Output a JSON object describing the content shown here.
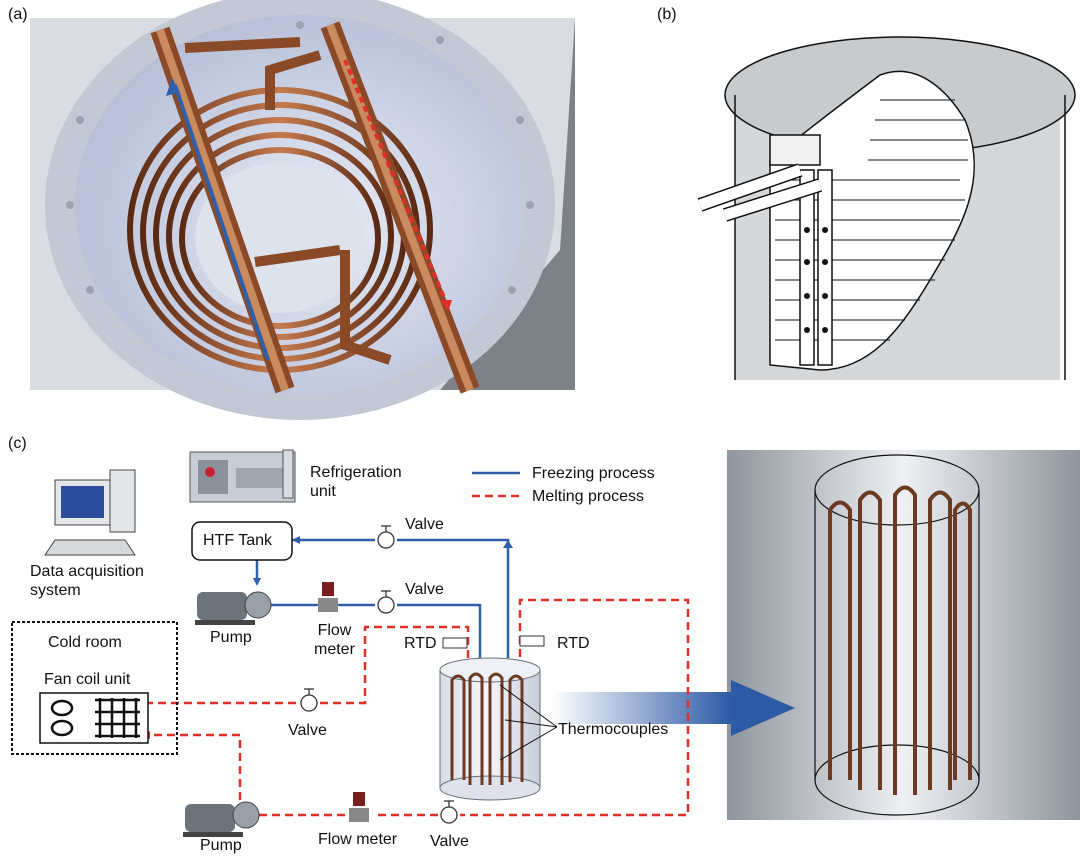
{
  "panels": {
    "a": "(a)",
    "b": "(b)",
    "c": "(c)"
  },
  "legend": {
    "freezing": "Freezing process",
    "melting": "Melting process",
    "freezing_color": "#2e5fa8",
    "melting_color": "#e0302a"
  },
  "labels": {
    "refrigeration_unit": "Refrigeration\nunit",
    "htf_tank": "HTF Tank",
    "data_acquisition": "Data acquisition\nsystem",
    "pump_top": "Pump",
    "flow_meter_top": "Flow\nmeter",
    "valve_top": "Valve",
    "valve_mid": "Valve",
    "valve_left": "Valve",
    "valve_bottom": "Valve",
    "rtd_left": "RTD",
    "rtd_right": "RTD",
    "cold_room": "Cold room",
    "fan_coil_unit": "Fan coil unit",
    "thermocouples": "Thermocouples",
    "pump_bottom": "Pump",
    "flow_meter_bottom": "Flow meter"
  }
}
